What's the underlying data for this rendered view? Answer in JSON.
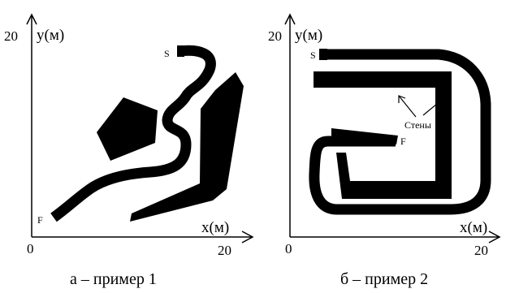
{
  "panel_a": {
    "y_axis_label": "y(м)",
    "x_axis_label": "x(м)",
    "y_tick_top": "20",
    "x_tick_right": "20",
    "origin_label": "0",
    "start_label": "S",
    "finish_label": "F",
    "caption": "а – пример 1"
  },
  "panel_b": {
    "y_axis_label": "y(м)",
    "x_axis_label": "x(м)",
    "y_tick_top": "20",
    "x_tick_right": "20",
    "origin_label": "0",
    "start_label": "S",
    "finish_label": "F",
    "walls_label": "Стены",
    "caption": "б – пример 2"
  },
  "colors": {
    "ink": "#000000",
    "background": "#ffffff"
  }
}
